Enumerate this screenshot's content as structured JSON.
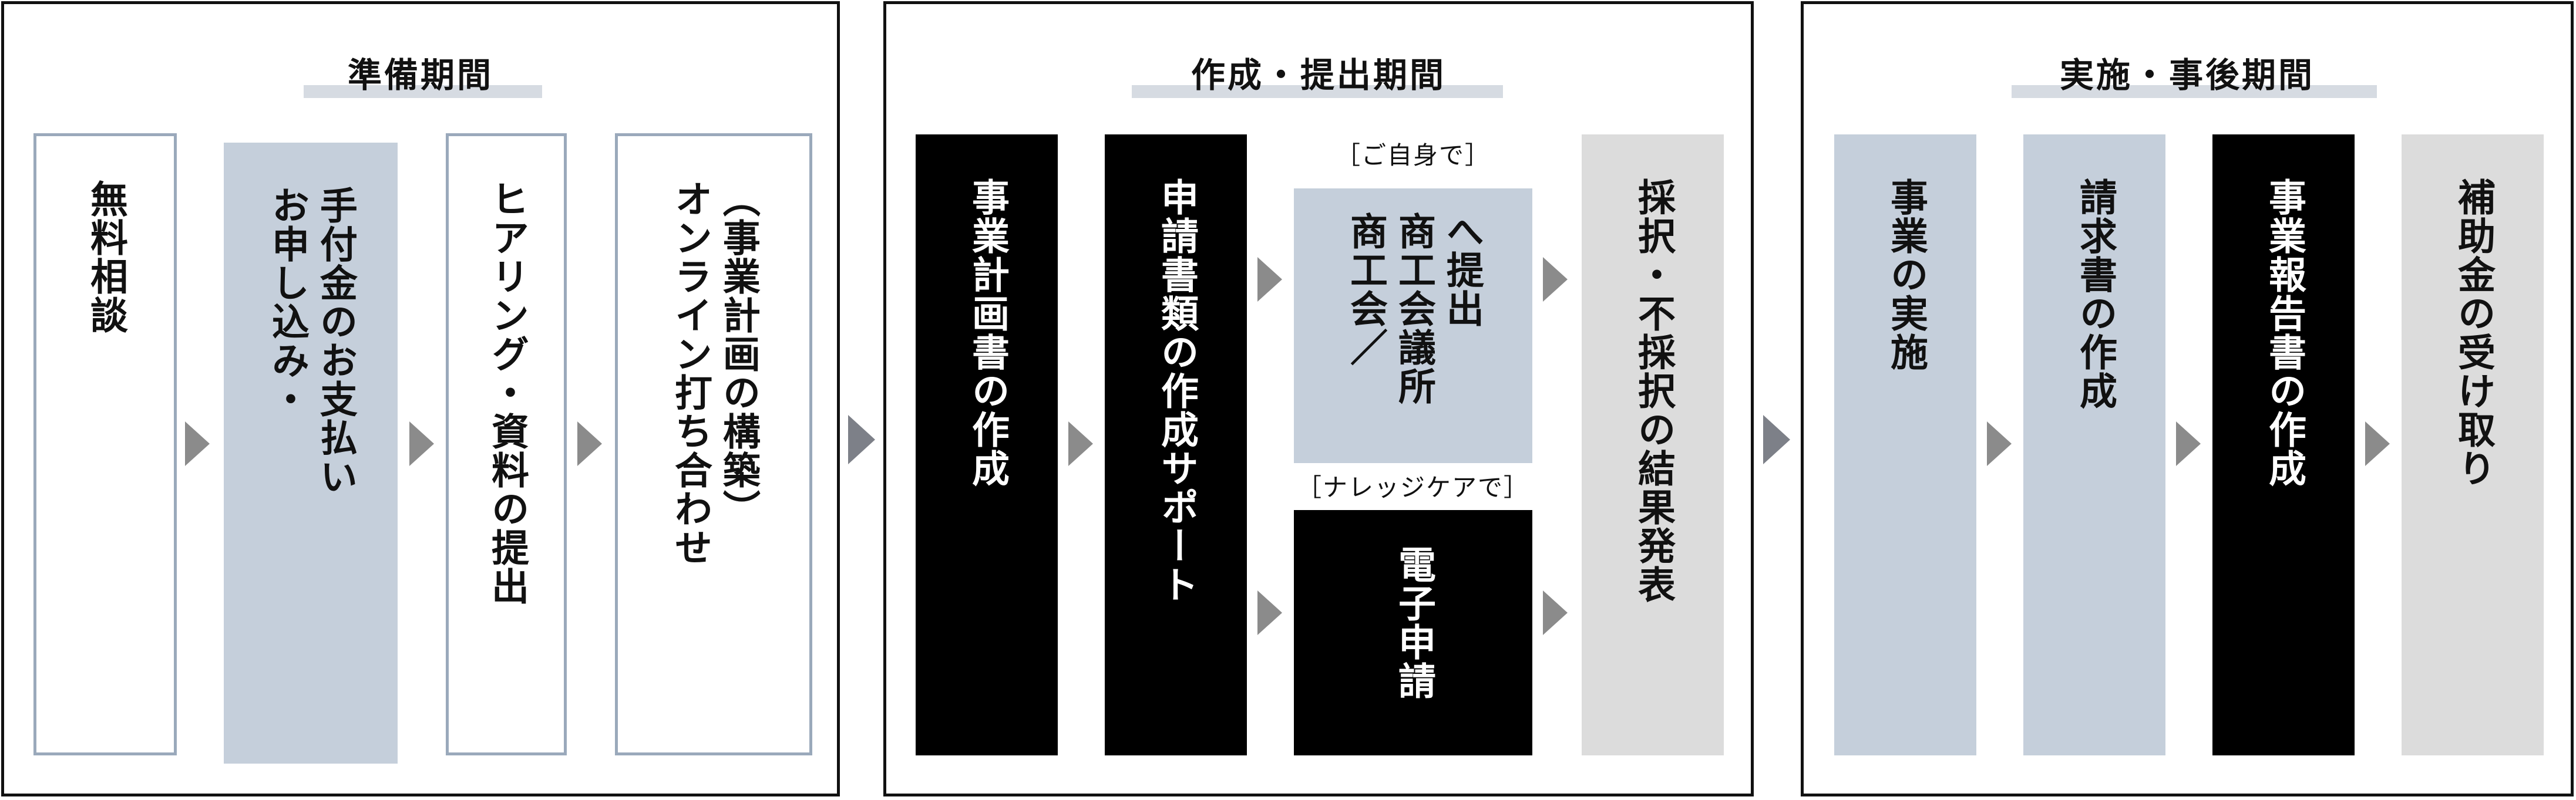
{
  "phases": [
    {
      "title": "準備期間",
      "steps": [
        "無料相談",
        "手付金のお支払い\nお申し込み・",
        "ヒアリング・資料の提出",
        "（事業計画の構築）\nオンライン打ち合わせ"
      ]
    },
    {
      "title": "作成・提出期間",
      "steps": [
        "事業計画書の作成",
        "申請書類の作成サポート",
        "へ提出\n商工会議所\n商工会／",
        "電子申請",
        "採択・不採択の結果発表"
      ],
      "route_labels": {
        "self": "［ご自身で］",
        "knowledge_care": "［ナレッジケアで］"
      }
    },
    {
      "title": "実施・事後期間",
      "steps": [
        "事業の実施",
        "請求書の作成",
        "事業報告書の作成",
        "補助金の受け取り"
      ]
    }
  ],
  "colors": {
    "outline_border": "#9aa9bb",
    "light_blue": "#c5cfdb",
    "black": "#000000",
    "light_gray": "#dcdcdc",
    "arrow_gray": "#8b8b8b"
  }
}
